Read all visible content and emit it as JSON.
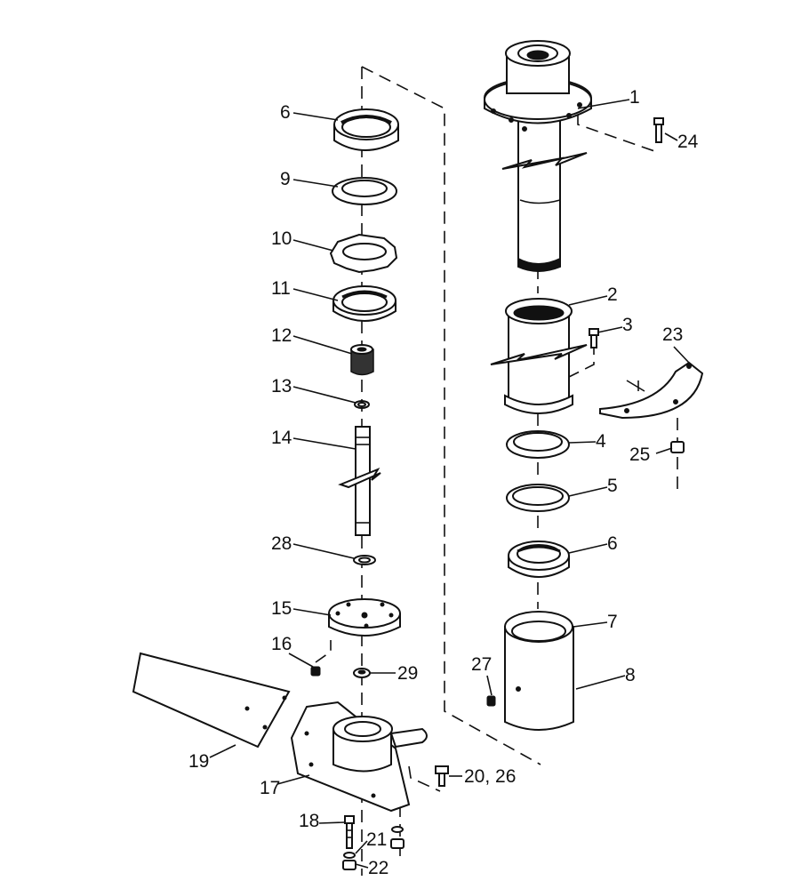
{
  "callouts": {
    "c1": "1",
    "c2": "2",
    "c3": "3",
    "c4": "4",
    "c5": "5",
    "c6a": "6",
    "c6b": "6",
    "c7": "7",
    "c8": "8",
    "c9": "9",
    "c10": "10",
    "c11": "11",
    "c12": "12",
    "c13": "13",
    "c14": "14",
    "c15": "15",
    "c16": "16",
    "c17": "17",
    "c18": "18",
    "c19": "19",
    "c20": "20, 26",
    "c21": "21",
    "c22": "22",
    "c23": "23",
    "c24": "24",
    "c25": "25",
    "c27": "27",
    "c28": "28",
    "c29": "29"
  }
}
